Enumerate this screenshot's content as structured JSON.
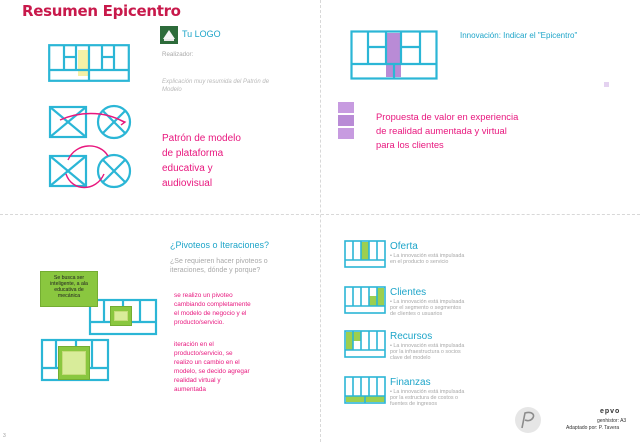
{
  "title": "Resumen Epicentro",
  "q1": {
    "logo_label": "Tu LOGO",
    "realizador": "Realizador:",
    "explicacion": "Explicación muy resumida del Patrón de Modelo",
    "patron_lines": [
      "Patrón de modelo",
      "de plataforma",
      "educativa y",
      "audiovisual"
    ]
  },
  "q2": {
    "innovacion": "Innovación: Indicar el \"Epicentro\"",
    "propuesta_lines": [
      "Propuesta de valor en experiencia",
      "de realidad aumentada y virtual",
      "para los clientes"
    ]
  },
  "q3": {
    "heading": "¿Pivoteos o Iteraciones?",
    "subheading_lines": [
      "¿Se requieren hacer pivoteos o",
      "iteraciones, dónde y porque?"
    ],
    "note1": "Se busca ser inteligente, a ala educativa de mecánica",
    "pivot_lines": [
      "se realizo un pivoteo",
      "cambiando completamente",
      "el modelo de negocio y el",
      "producto/servicio."
    ],
    "iter_lines": [
      "iteración en el",
      "producto/servicio, se",
      "realizo un cambio en el",
      "modelo, se decido agregar",
      "realidad virtual y",
      "aumentada"
    ]
  },
  "q4": {
    "sections": [
      {
        "name": "Oferta",
        "bullets": [
          "• La innovación está impulsada",
          "  en el producto o servicio"
        ]
      },
      {
        "name": "Clientes",
        "bullets": [
          "• La innovación está impulsada",
          "  por el segmento o segmentos",
          "  de clientes o usuarios"
        ]
      },
      {
        "name": "Recursos",
        "bullets": [
          "• La innovación está impulsada",
          "  por la infraestructura o socios",
          "  clave del modelo"
        ]
      },
      {
        "name": "Finanzas",
        "bullets": [
          "• La innovación está impulsada",
          "  por la estructura de costos o",
          "  fuentes de ingresos"
        ]
      }
    ],
    "footer_brand": "epvo",
    "footer_size": "genhistor: A3",
    "footer_adapted": "Adaptado por: P. Tavera",
    "page_number": "3"
  },
  "colors": {
    "title": "#c8194b",
    "magenta": "#e8177e",
    "cyan": "#2bb6d6",
    "green": "#9ccf4f",
    "purple": "#b98bd6"
  }
}
